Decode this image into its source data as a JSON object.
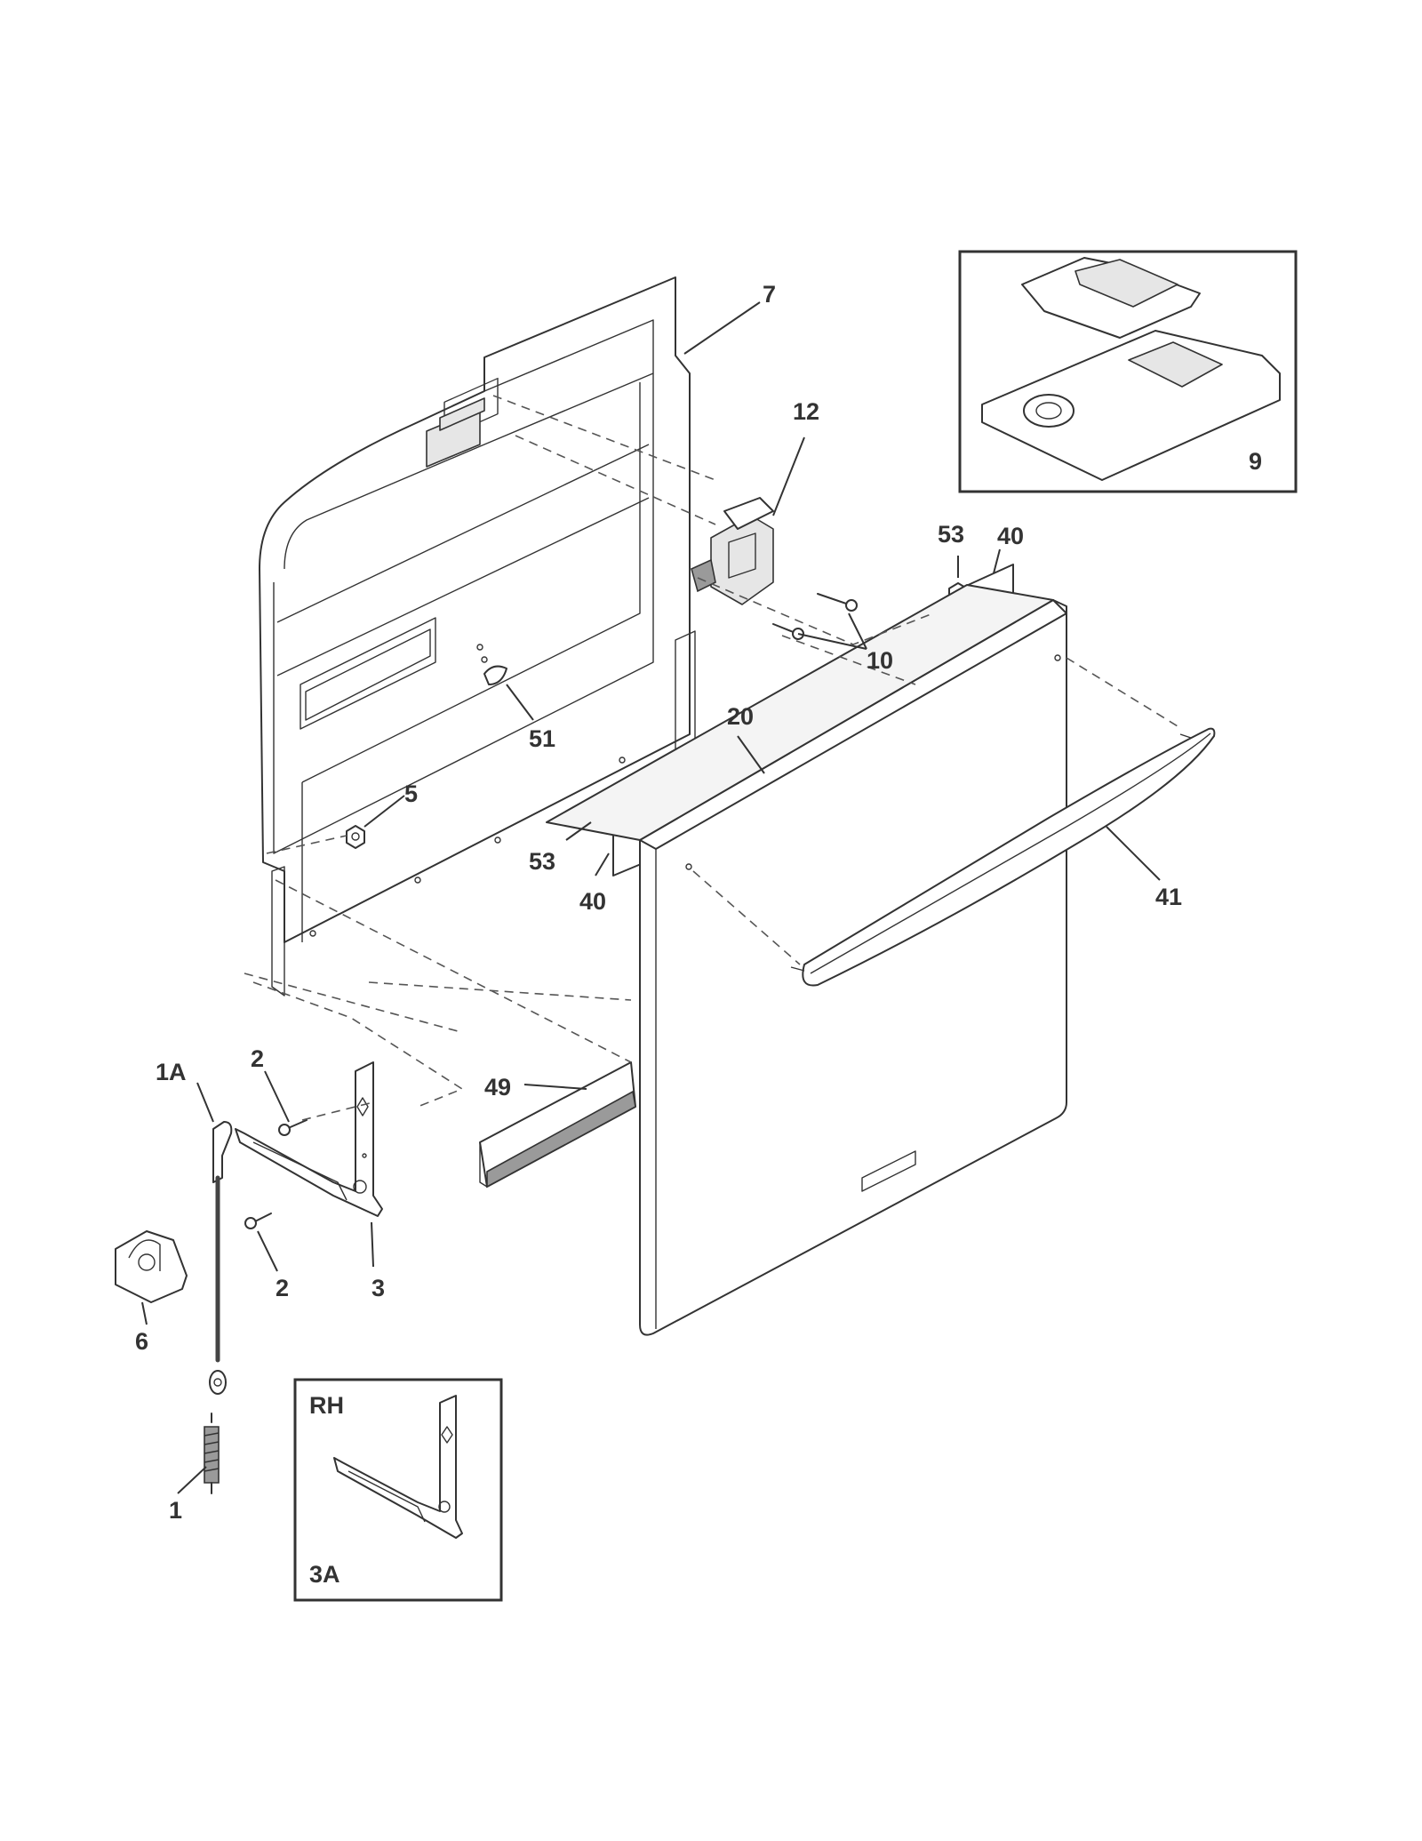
{
  "labels": {
    "p7": "7",
    "p12": "12",
    "p9": "9",
    "p53a": "53",
    "p40a": "40",
    "p10": "10",
    "p51": "51",
    "p20": "20",
    "p5": "5",
    "p53b": "53",
    "p40b": "40",
    "p41": "41",
    "p1A": "1A",
    "p2a": "2",
    "p49": "49",
    "p2b": "2",
    "p3": "3",
    "p6": "6",
    "p1": "1",
    "rh": "RH",
    "p3A": "3A"
  }
}
